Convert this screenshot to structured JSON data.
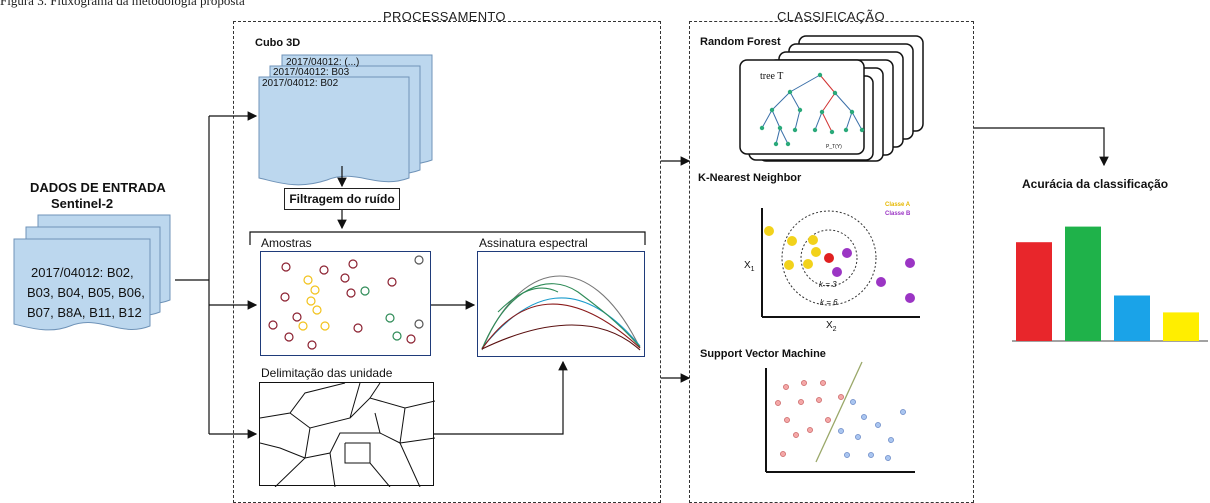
{
  "caption": "Figura 3. Fluxograma da metodologia proposta",
  "sections": {
    "processing": "PROCESSAMENTO",
    "classification": "CLASSIFICAÇÃO"
  },
  "input": {
    "title_line1": "DADOS DE ENTRADA",
    "title_line2": "Sentinel-2",
    "bands_lines": [
      "2017/04012:  B02,",
      "B03, B04, B05, B06,",
      "B07, B8A, B11, B12"
    ]
  },
  "cube": {
    "title": "Cubo 3D",
    "layers": [
      "2017/04012: (...)",
      "2017/04012: B03",
      "2017/04012: B02"
    ]
  },
  "filter": {
    "label": "Filtragem do ruído"
  },
  "samples": {
    "title": "Amostras"
  },
  "spectral": {
    "title": "Assinatura espectral"
  },
  "delimitation": {
    "title": "Delimitação das unidade"
  },
  "random_forest": {
    "title": "Random Forest",
    "tree_label": "tree T",
    "leaf_label": "P_T(Y)"
  },
  "knn": {
    "title": "K-Nearest Neighbor",
    "legend_a": "Classe A",
    "legend_b": "Classe B",
    "k3": "k = 3",
    "k6": "k = 6",
    "x_axis": "X",
    "x_sub": "2",
    "y_axis": "X",
    "y_sub": "1"
  },
  "svm": {
    "title": "Support Vector Machine"
  },
  "output": {
    "title": "Acurácia da classificação"
  },
  "chart_data": {
    "type": "bar",
    "categories": [
      "",
      "",
      "",
      ""
    ],
    "values": [
      0.76,
      0.88,
      0.35,
      0.22
    ],
    "colors": [
      "#e8262b",
      "#1fb24a",
      "#1aa3e8",
      "#ffee00"
    ],
    "title": "",
    "xlabel": "",
    "ylabel": ""
  },
  "colors": {
    "file_blue": "#bcd7ee",
    "file_border": "#6f93b8",
    "classA": "#f2d21b",
    "classB": "#9b35c4",
    "red_point": "#e02020"
  }
}
